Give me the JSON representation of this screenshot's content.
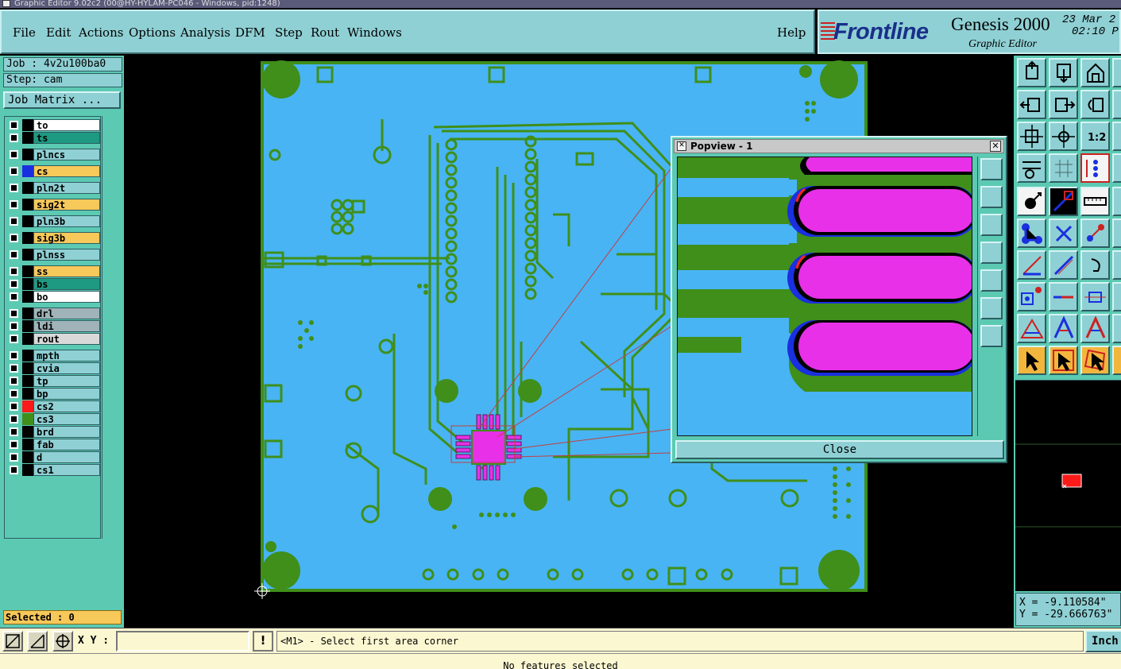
{
  "window": {
    "title": "Graphic Editor 9.02c2 (00@HY-HYLAM-PC046 - Windows, pid:1248)"
  },
  "menubar": {
    "items": [
      "File",
      "Edit",
      "Actions",
      "Options",
      "Analysis",
      "DFM",
      "Step",
      "Rout",
      "Windows"
    ],
    "help": "Help"
  },
  "brand": {
    "company": "Frontline",
    "product": "Genesis 2000",
    "subtitle": "Graphic Editor",
    "date": "23 Mar 2",
    "time": "02:10 P"
  },
  "job": {
    "job_line": "Job : 4v2u100ba0",
    "step_line": "Step: cam",
    "matrix_button": "Job Matrix ..."
  },
  "layers": [
    {
      "name": "to",
      "color": "#ffffff",
      "swatch": "#000000"
    },
    {
      "name": "ts",
      "color": "#1f9a82",
      "swatch": "#000000"
    },
    {
      "name": "plncs",
      "color": "#8fd0d4",
      "swatch": "#000000"
    },
    {
      "name": "cs",
      "color": "#f7c85a",
      "swatch": "#1a2fe0"
    },
    {
      "name": "pln2t",
      "color": "#8fd0d4",
      "swatch": "#000000"
    },
    {
      "name": "sig2t",
      "color": "#f7c85a",
      "swatch": "#000000"
    },
    {
      "name": "pln3b",
      "color": "#8fd0d4",
      "swatch": "#000000"
    },
    {
      "name": "sig3b",
      "color": "#f7c85a",
      "swatch": "#000000"
    },
    {
      "name": "plnss",
      "color": "#8fd0d4",
      "swatch": "#000000"
    },
    {
      "name": "ss",
      "color": "#f7c85a",
      "swatch": "#000000"
    },
    {
      "name": "bs",
      "color": "#1f9a82",
      "swatch": "#000000"
    },
    {
      "name": "bo",
      "color": "#ffffff",
      "swatch": "#000000"
    },
    {
      "name": "drl",
      "color": "#9fb3b8",
      "swatch": "#000000"
    },
    {
      "name": "ldi",
      "color": "#9fb3b8",
      "swatch": "#000000"
    },
    {
      "name": "rout",
      "color": "#d9d9d9",
      "swatch": "#000000"
    },
    {
      "name": "mpth",
      "color": "#8fd0d4",
      "swatch": "#000000"
    },
    {
      "name": "cvia",
      "color": "#8fd0d4",
      "swatch": "#000000"
    },
    {
      "name": "tp",
      "color": "#8fd0d4",
      "swatch": "#000000"
    },
    {
      "name": "bp",
      "color": "#8fd0d4",
      "swatch": "#000000"
    },
    {
      "name": "cs2",
      "color": "#8fd0d4",
      "swatch": "#ff1a1a"
    },
    {
      "name": "cs3",
      "color": "#8fd0d4",
      "swatch": "#3f8f1a"
    },
    {
      "name": "brd",
      "color": "#8fd0d4",
      "swatch": "#000000"
    },
    {
      "name": "fab",
      "color": "#8fd0d4",
      "swatch": "#000000"
    },
    {
      "name": "d",
      "color": "#8fd0d4",
      "swatch": "#000000"
    },
    {
      "name": "cs1",
      "color": "#8fd0d4",
      "swatch": "#000000"
    }
  ],
  "selected": "Selected : 0",
  "popview": {
    "title": "Popview - 1",
    "close": "Close"
  },
  "coords": {
    "x": "X = -9.110584\"",
    "y": "Y = -29.666763\""
  },
  "bottom": {
    "xy_label": "X Y :",
    "xy_value": "",
    "prompt": "<M1> - Select first area corner",
    "unit": "Inch",
    "status": "No features selected"
  },
  "colors": {
    "panel": "#5ccab3",
    "menu": "#8fd0d4",
    "board_copper": "#48b4f4",
    "board_traces": "#3f8f1a",
    "pad_highlight": "#e830e8"
  }
}
